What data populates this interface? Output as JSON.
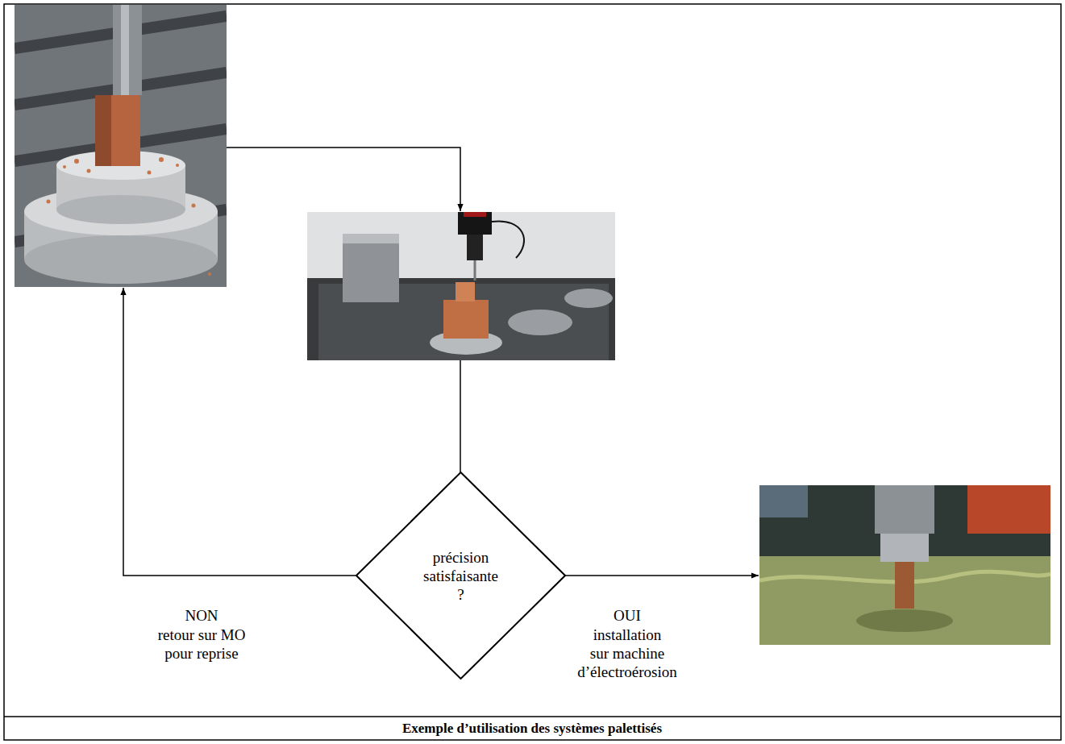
{
  "diagram": {
    "caption": "Exemple d’utilisation des systèmes palettisés",
    "nodes": [
      {
        "text": [
          "précision satisfaisante ?"
        ]
      }
    ],
    "labels": [
      "NON",
      "retour sur MO pour reprise",
      "OUI",
      "installation sur machine d’électroérosion"
    ]
  }
}
